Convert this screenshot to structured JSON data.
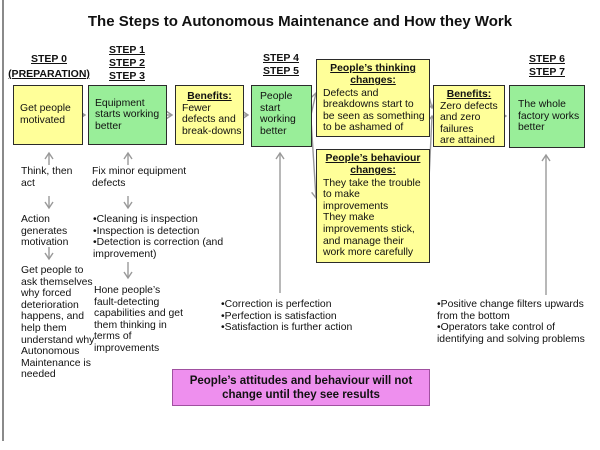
{
  "title": "The Steps to Autonomous Maintenance and How they Work",
  "colors": {
    "box_yellow": "#FFFF99",
    "box_green": "#99EE99",
    "banner_pink": "#EE8FEE",
    "arrow_gray": "#999999",
    "text": "#111111"
  },
  "steps": {
    "s0": "STEP 0\n(PREPARATION)",
    "s123": "STEP 1\nSTEP 2\nSTEP 3",
    "s45": "STEP 4\nSTEP 5",
    "s67": "STEP 6\nSTEP 7"
  },
  "flow_boxes": {
    "motivated": "Get people\nmotivated",
    "equipment": "Equipment\nstarts working\nbetter",
    "benefits1_title": "Benefits:",
    "benefits1_body": "Fewer\ndefects and\nbreak-downs",
    "people_start": "People\nstart\nworking\nbetter",
    "thinking_title": "People’s thinking\nchanges:",
    "thinking_body": "Defects and\nbreakdowns start to\nbe seen as something\nto be ashamed of",
    "behaviour_title": "People’s behaviour\nchanges:",
    "behaviour_body": "They take the trouble\nto make\nimprovements\nThey make\nimprovements stick,\nand manage their\nwork more carefully",
    "benefits2_title": "Benefits:",
    "benefits2_body": "Zero defects\nand zero\nfailures\nare attained",
    "factory": "The whole\nfactory works\nbetter"
  },
  "notes": {
    "think_act": "Think, then\nact",
    "action_generates": "Action\ngenerates\nmotivation",
    "get_people_ask": "Get people to\nask themselves\nwhy forced\ndeterioration\nhappens, and\nhelp them\nunderstand why\nAutonomous\nMaintenance is\nneeded",
    "fix_minor": "Fix minor equipment\ndefects",
    "cleaning_bullets": "•Cleaning is inspection\n•Inspection is detection\n•Detection is correction (and\nimprovement)",
    "hone": "Hone people’s\nfault-detecting\ncapabilities and get\nthem thinking in\nterms of\nimprovements",
    "correction_bullets": "•Correction is perfection\n•Perfection is satisfaction\n•Satisfaction is further action",
    "positive_bullets": "•Positive change filters upwards\nfrom the bottom\n•Operators take control of\nidentifying and solving problems"
  },
  "banner": "People’s attitudes and behaviour will not\nchange until they see results"
}
